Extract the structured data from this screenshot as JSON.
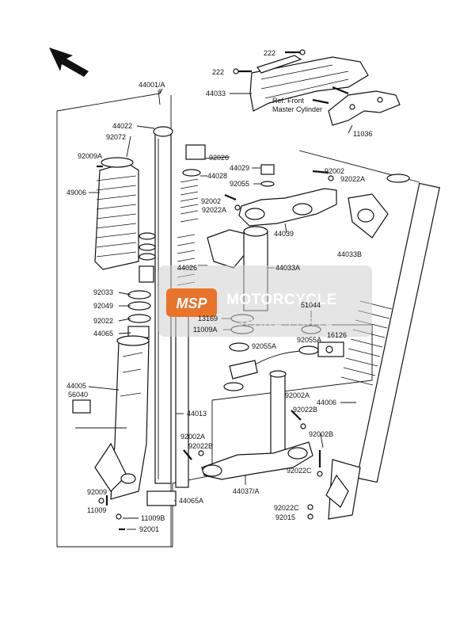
{
  "watermark": {
    "title": "MOTORCYCLE",
    "subtitle": "SPARE PARTS",
    "badge": "MSP",
    "color": "#e8732a"
  },
  "note": {
    "line1": "Ref. Front",
    "line2": "Master Cylinder"
  },
  "labels": {
    "l_44001A": "44001/A",
    "l_222a": "222",
    "l_222b": "222",
    "l_44033": "44033",
    "l_11036": "11036",
    "l_44022": "44022",
    "l_92072": "92072",
    "l_92009A": "92009A",
    "l_49006": "49006",
    "l_92026": "92026",
    "l_44028": "44028",
    "l_44029": "44029",
    "l_92002top": "92002",
    "l_92022Atop": "92022A",
    "l_92055": "92055",
    "l_92002mid": "92002",
    "l_92022Amid": "92022A",
    "l_44039": "44039",
    "l_44033B": "44033B",
    "l_44026": "44026",
    "l_44033A": "44033A",
    "l_92033": "92033",
    "l_92049": "92049",
    "l_92022": "92022",
    "l_44065": "44065",
    "l_13169": "13169",
    "l_11009A": "11009A",
    "l_51044": "51044",
    "l_92055A_1": "92055A",
    "l_92055A_2": "92055A",
    "l_16126": "16126",
    "l_44005": "44005",
    "l_56040": "56040",
    "l_44013": "44013",
    "l_92002A_1": "92002A",
    "l_92022B_1": "92022B",
    "l_92002A_2": "92002A",
    "l_92022B_2": "92022B",
    "l_44006": "44006",
    "l_92002B": "92002B",
    "l_92022C_1": "92022C",
    "l_44037A": "44037/A",
    "l_44065A": "44065A",
    "l_92009": "92009",
    "l_11009": "11009",
    "l_11009B": "11009B",
    "l_92001": "92001",
    "l_92022C_2": "92022C",
    "l_92015": "92015"
  }
}
